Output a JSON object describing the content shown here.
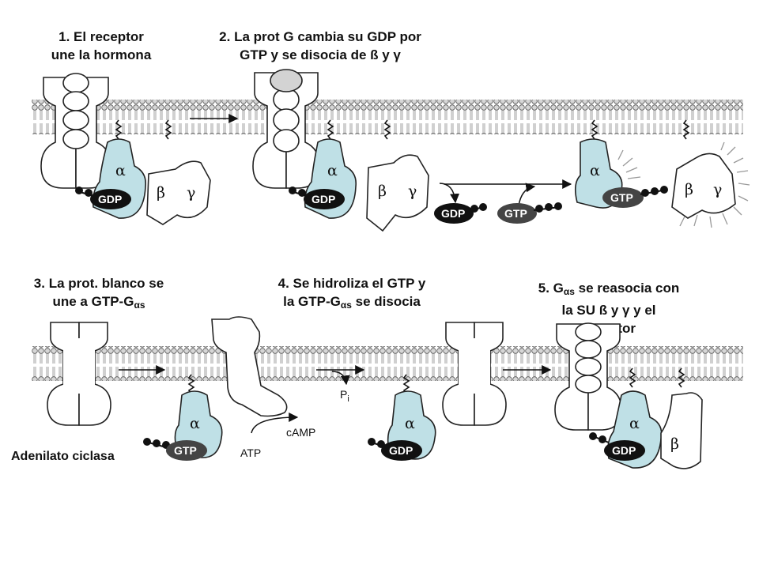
{
  "steps": [
    {
      "num": "1.",
      "lines": [
        "El receptor",
        "une la hormona"
      ]
    },
    {
      "num": "2.",
      "lines": [
        "La prot G cambia su GDP por",
        "GTP y se disocia de ß y γ"
      ]
    },
    {
      "num": "3.",
      "lines": [
        "La prot. blanco se",
        "une a GTP-G"
      ],
      "subscript": "αs"
    },
    {
      "num": "4.",
      "lines": [
        "Se hidroliza el GTP y",
        "la GTP-G"
      ],
      "subscript": "αs",
      "tail": " se disocia"
    },
    {
      "num": "5.",
      "lines": [
        "G",
        "la SU ß y γ y el",
        "receptor"
      ],
      "subscript": "αs",
      "line1_tail": " se reasocia con"
    }
  ],
  "labels": {
    "gdp": "GDP",
    "gtp": "GTP",
    "alpha": "α",
    "beta": "β",
    "gamma": "γ",
    "pi": "P",
    "pi_sub": "i",
    "atp": "ATP",
    "camp": "cAMP",
    "adenylate": "Adenilato ciclasa"
  },
  "colors": {
    "alpha_fill": "#bfe0e6",
    "membrane_head": "#d6d6d6",
    "hormone": "#d3d3d3",
    "nucleotide_dark": "#111111"
  }
}
